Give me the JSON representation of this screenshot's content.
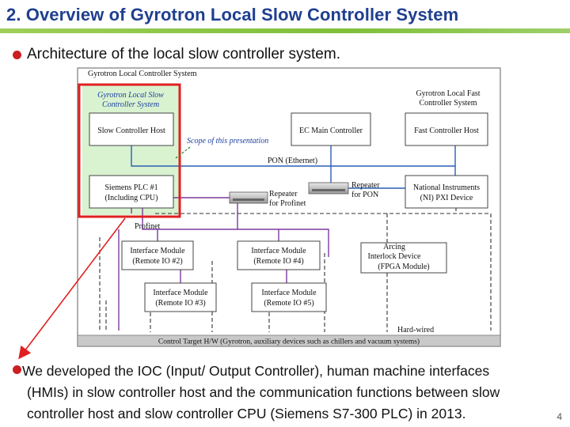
{
  "slide": {
    "title": "2.  Overview of Gyrotron Local Slow Controller System",
    "bullet1": "Architecture of the local slow controller system.",
    "bullet2_line1": "We developed the IOC (Input/ Output Controller), human machine interfaces",
    "bullet2_line2": "(HMIs) in slow controller host and the communication functions between slow",
    "bullet2_line3": "controller host and slow controller CPU (Siemens S7-300 PLC) in 2013.",
    "page_number": "4"
  },
  "diagram": {
    "system_label": "Gyrotron Local Controller System",
    "slow_system_line1": "Gyrotron Local Slow",
    "slow_system_line2": "Controller System",
    "fast_system_line1": "Gyrotron Local Fast",
    "fast_system_line2": "Controller System",
    "slow_host": "Slow Controller Host",
    "ec_main": "EC Main Controller",
    "fast_host": "Fast Controller Host",
    "scope_note": "Scope of this presentation",
    "pon_label": "PON (Ethernet)",
    "plc_line1": "Siemens PLC #1",
    "plc_line2": "(Including CPU)",
    "repeater_profinet_line1": "Repeater",
    "repeater_profinet_line2": "for Profinet",
    "repeater_pon_line1": "Repeater",
    "repeater_pon_line2": "for PON",
    "ni_line1": "National Instruments",
    "ni_line2": "(NI) PXI Device",
    "profinet_label": "Profinet",
    "im2_line1": "Interface Module",
    "im2_line2": "(Remote IO #2)",
    "im4_line1": "Interface Module",
    "im4_line2": "(Remote IO #4)",
    "arcing_line1": "Arcing",
    "arcing_line2": "Interlock Device",
    "arcing_line3": "(FPGA Module)",
    "im3_line1": "Interface Module",
    "im3_line2": "(Remote IO #3)",
    "im5_line1": "Interface Module",
    "im5_line2": "(Remote IO #5)",
    "hardwired_label": "Hard-wired",
    "control_target": "Control Target H/W (Gyrotron, auxiliary devices such as chillers and vacuum systems)"
  },
  "colors": {
    "title": "#1f3f8f",
    "bullet": "#cc1f1f",
    "highlight_border": "#e02020",
    "slow_system_fill": "#d9f2d0",
    "ethernet_line": "#2b5fb5",
    "profinet_line": "#7a3aa0",
    "hardwired_line": "#333333"
  }
}
